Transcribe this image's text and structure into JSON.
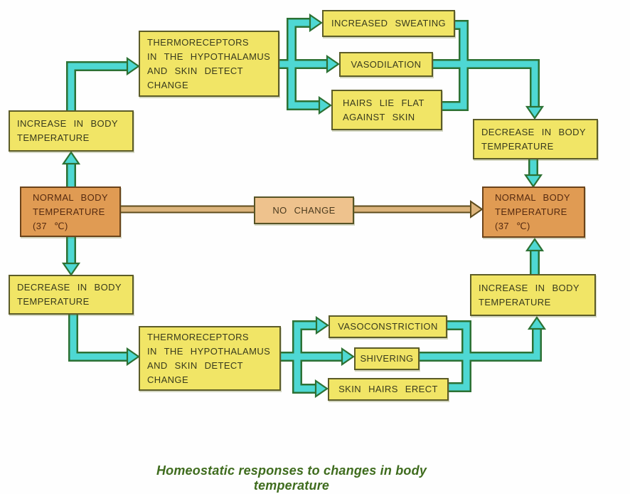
{
  "caption": "Homeostatic responses to changes in body temperature",
  "colors": {
    "arrow_cyan": "#4ed8d3",
    "arrow_outline": "#2d7134",
    "arrow_tan": "#dcb47c",
    "arrow_tan_outline": "#5e4c1d",
    "box_yellow": "#f1e566",
    "box_yellow_border": "#5c5c28",
    "box_orange": "#e09b53",
    "box_orange_border": "#6b431a",
    "box_tan": "#eec28d",
    "box_tan_border": "#575426",
    "caption_green": "#3f6c1e"
  },
  "boxes": {
    "thermo_top": "THERMORECEPTORS\nIN THE HYPOTHALAMUS\nAND SKIN DETECT\nCHANGE",
    "increased_sweating": "INCREASED SWEATING",
    "vasodilation": "VASODILATION",
    "hairs_lie_flat": "HAIRS LIE FLAT\nAGAINST SKIN",
    "increase_left": "INCREASE IN BODY\nTEMPERATURE",
    "decrease_right": "DECREASE IN BODY\nTEMPERATURE",
    "normal_left": "NORMAL BODY\nTEMPERATURE\n(37 ℃)",
    "no_change": "NO CHANGE",
    "normal_right": "NORMAL BODY\nTEMPERATURE\n(37 ℃)",
    "decrease_left": "DECREASE IN BODY\nTEMPERATURE",
    "thermo_bottom": "THERMORECEPTORS\nIN THE HYPOTHALAMUS\nAND SKIN DETECT\nCHANGE",
    "vasoconstriction": "VASOCONSTRICTION",
    "shivering": "SHIVERING",
    "skin_hairs_erect": "SKIN HAIRS ERECT",
    "increase_right": "INCREASE IN BODY\nTEMPERATURE"
  }
}
